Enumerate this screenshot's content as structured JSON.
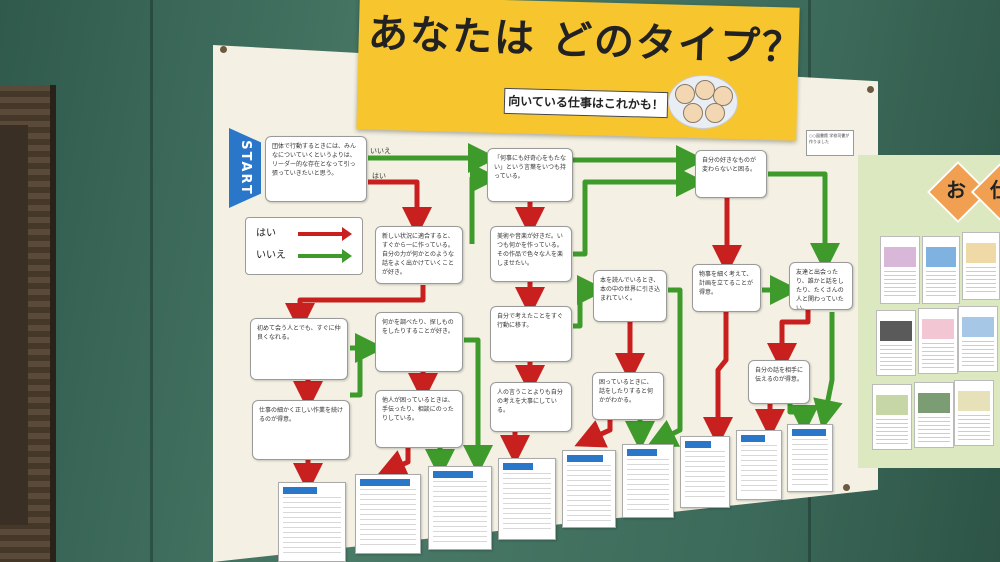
{
  "title": {
    "main": "あなたは どのタイプ？",
    "subtitle": "向いている仕事はこれかも！"
  },
  "start_label": "START",
  "legend": {
    "yes": "はい",
    "no": "いいえ",
    "yes_color": "#c8201e",
    "no_color": "#3d9a2b"
  },
  "edge_labels": {
    "q1_no": "いいえ",
    "q1_yes": "はい"
  },
  "questions": [
    "団体で行動するときには、みんなについていくというよりは、リーダー的な存在となって引っ張っていきたいと思う。",
    "「何事にも好奇心をもたない」という言葉をいつも持っている。",
    "自分の好きなものが変わらないと困る。",
    "新しい状況に適合すると、すぐから一に作っている。自分の力が何かとのような話をよく出かけていくことが好き。",
    "美術や音楽が好きだ。いつも何かを作っている。その作品で色々な人を楽しませたい。",
    "本を読んでいるとき、本の中の世界に引き込まれていく。",
    "物事を細く考えて、計画を立てることが得意。",
    "友達と出会ったり、誰かと話をしたり、たくさんの人と関わっていたい。",
    "初めて会う人とでも、すぐに仲良くなれる。",
    "何かを調べたり、探しものをしたりすることが好き。",
    "自分で考えたことをすぐ行動に移す。",
    "仕事の細かく正しい作業を続けるのが得意。",
    "他人が困っているときは、手伝ったり、相談にのったりしている。",
    "人の言うことよりも自分の考えを大事にしている。",
    "困っているときに、話をしたりすると何かがわかる。",
    "自分の話を相手に伝えるのが得意。"
  ],
  "corner_note": "○○図書館 学校司書が作りました"
}
